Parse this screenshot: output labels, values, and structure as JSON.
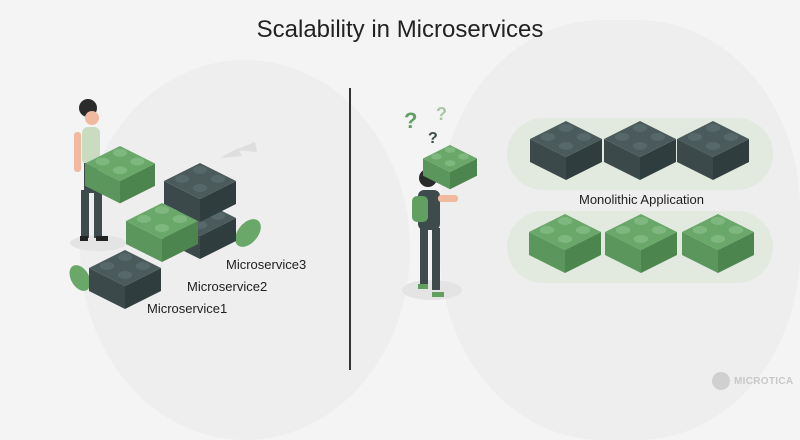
{
  "title": "Scalability in Microservices",
  "left": {
    "labels": [
      "Microservice3",
      "Microservice2",
      "Microservice1"
    ]
  },
  "right": {
    "monolith_label": "Monolithic Application",
    "question_marks": [
      "?",
      "?",
      "?"
    ]
  },
  "brand": "MICROTICA",
  "colors": {
    "dark_brick": "#3f4e4f",
    "green_brick": "#62a062",
    "pill": "#e2eae0",
    "background": "#f4f4f4"
  }
}
